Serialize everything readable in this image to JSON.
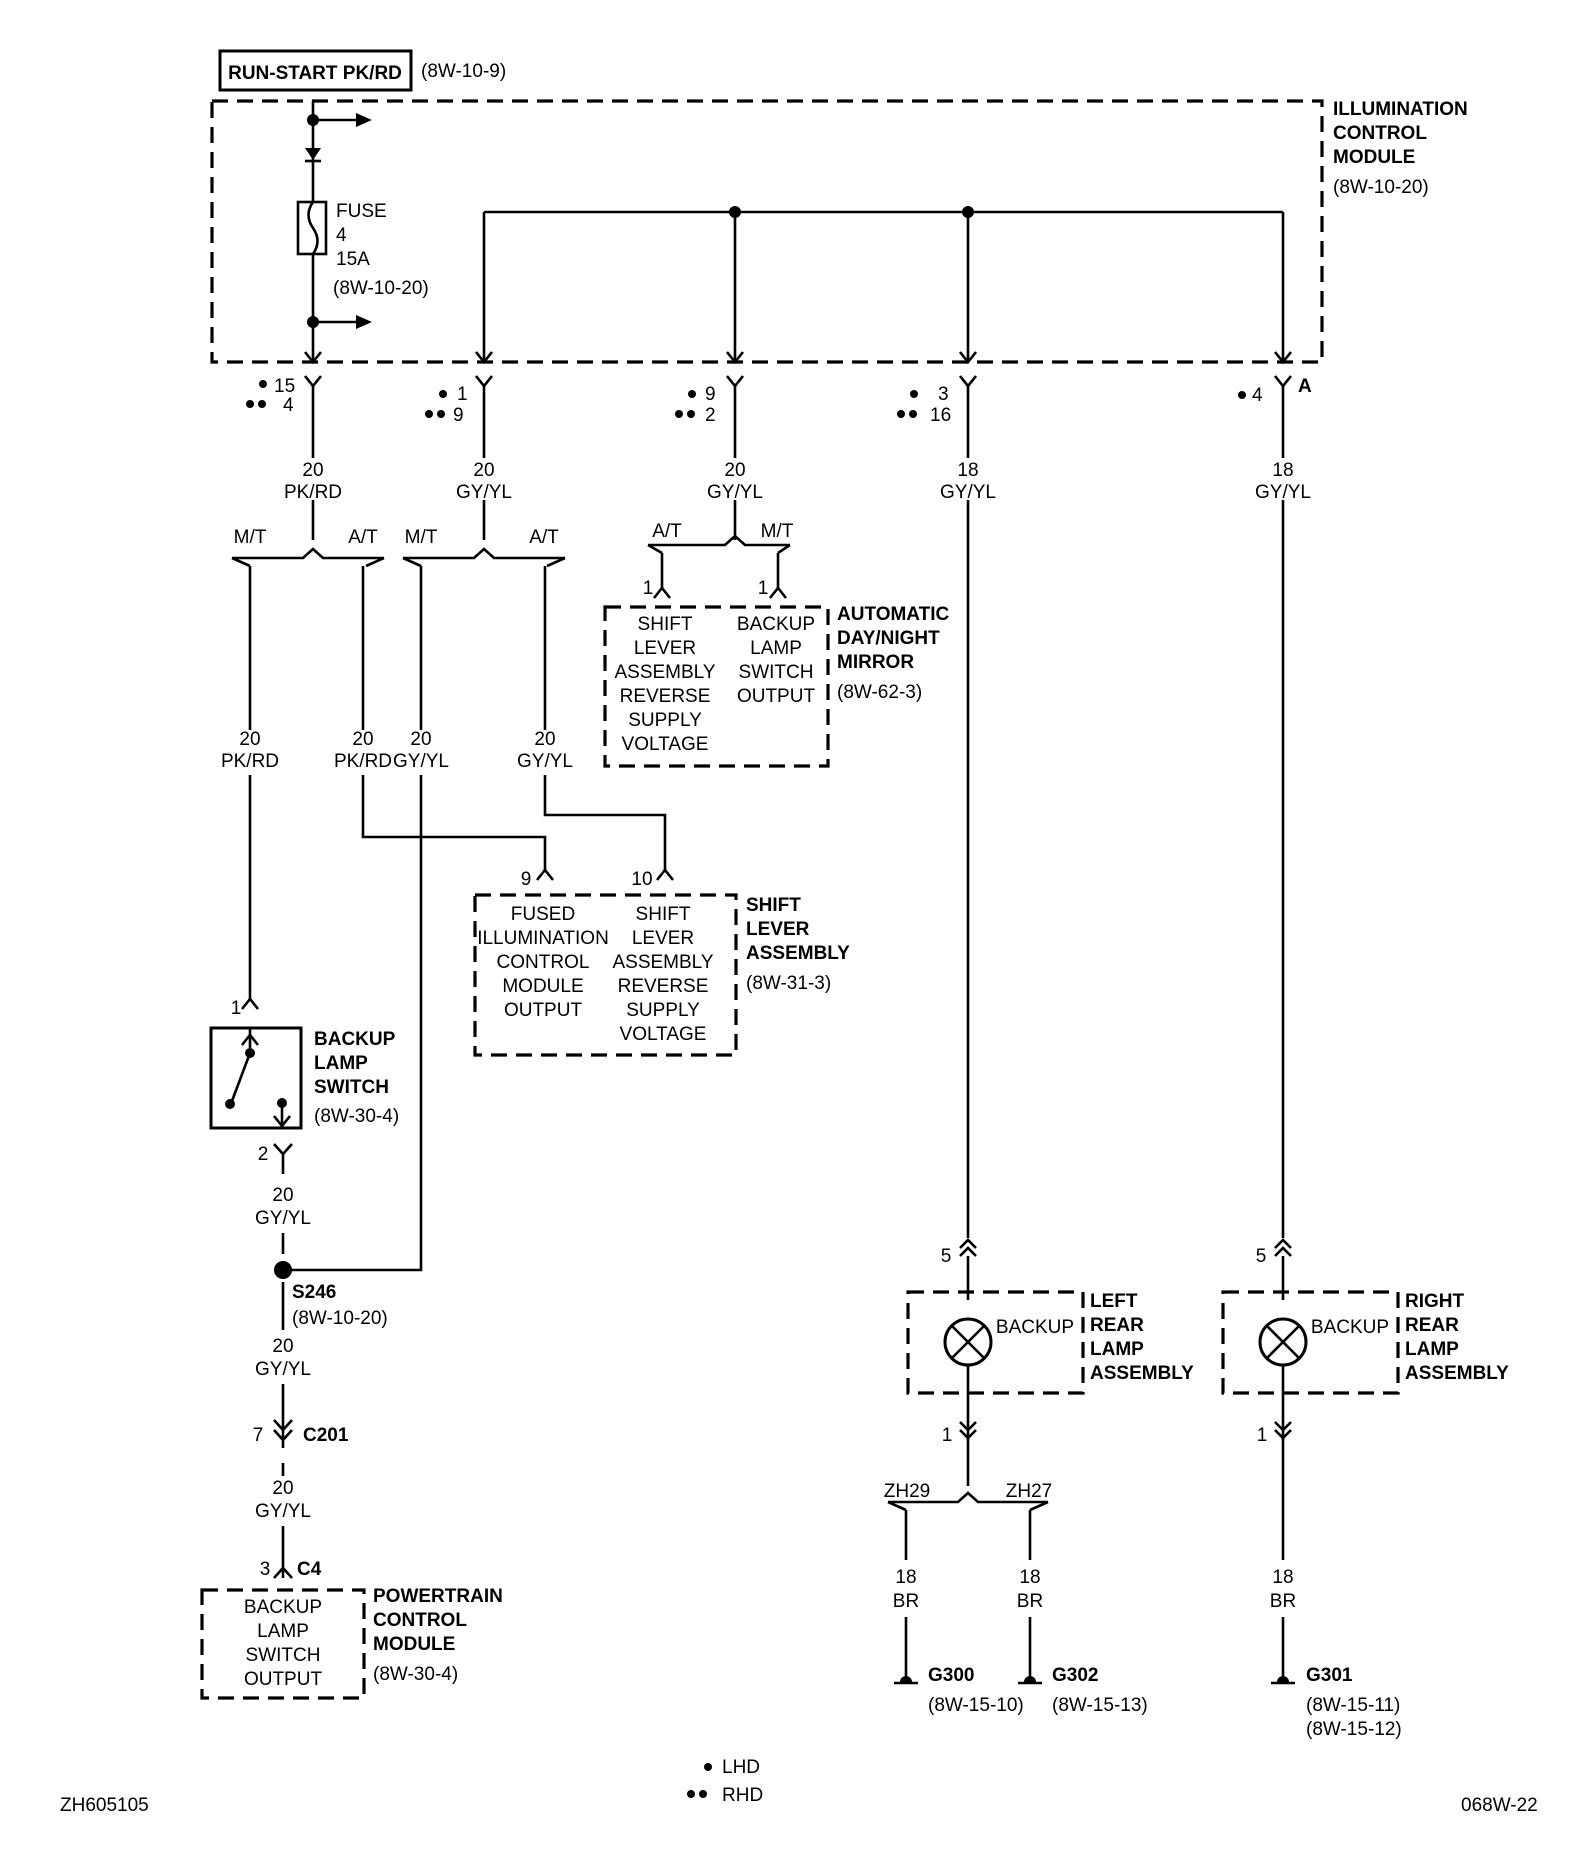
{
  "header": {
    "source_label": "RUN-START PK/RD",
    "source_ref": "(8W-10-9)"
  },
  "icm": {
    "name": [
      "ILLUMINATION",
      "CONTROL",
      "MODULE"
    ],
    "ref": "(8W-10-20)"
  },
  "fuse": {
    "lines": [
      "FUSE",
      "4",
      "15A",
      "(8W-10-20)"
    ]
  },
  "icm_pins": [
    {
      "lhd": "15",
      "rhd": "4"
    },
    {
      "lhd": "1",
      "rhd": "9"
    },
    {
      "lhd": "9",
      "rhd": "2"
    },
    {
      "lhd": "3",
      "rhd": "16"
    },
    {
      "lhd": "4",
      "rhd": ""
    }
  ],
  "connector_a": "A",
  "wire_labels": [
    [
      "20",
      "PK/RD"
    ],
    [
      "20",
      "GY/YL"
    ],
    [
      "20",
      "GY/YL"
    ],
    [
      "18",
      "GY/YL"
    ],
    [
      "18",
      "GY/YL"
    ],
    [
      "20",
      "PK/RD"
    ],
    [
      "20",
      "PK/RD"
    ],
    [
      "20",
      "GY/YL"
    ],
    [
      "20",
      "GY/YL"
    ],
    [
      "20",
      "GY/YL"
    ],
    [
      "20",
      "GY/YL"
    ],
    [
      "20",
      "GY/YL"
    ],
    [
      "18",
      "BR"
    ],
    [
      "18",
      "BR"
    ],
    [
      "18",
      "BR"
    ]
  ],
  "branches": {
    "mt": "M/T",
    "at": "A/T",
    "zh29": "ZH29",
    "zh27": "ZH27"
  },
  "mirror": {
    "left": [
      "SHIFT",
      "LEVER",
      "ASSEMBLY",
      "REVERSE",
      "SUPPLY",
      "VOLTAGE"
    ],
    "right": [
      "BACKUP",
      "LAMP",
      "SWITCH",
      "OUTPUT"
    ],
    "name": [
      "AUTOMATIC",
      "DAY/NIGHT",
      "MIRROR"
    ],
    "ref": "(8W-62-3)",
    "pin_left": "1",
    "pin_right": "1"
  },
  "shift_lever": {
    "left": [
      "FUSED",
      "ILLUMINATION",
      "CONTROL",
      "MODULE",
      "OUTPUT"
    ],
    "right": [
      "SHIFT",
      "LEVER",
      "ASSEMBLY",
      "REVERSE",
      "SUPPLY",
      "VOLTAGE"
    ],
    "name": [
      "SHIFT",
      "LEVER",
      "ASSEMBLY"
    ],
    "ref": "(8W-31-3)",
    "pin_left": "9",
    "pin_right": "10"
  },
  "backup_switch": {
    "name": [
      "BACKUP",
      "LAMP",
      "SWITCH"
    ],
    "ref": "(8W-30-4)",
    "pin_top": "1",
    "pin_bottom": "2"
  },
  "splice": {
    "name": "S246",
    "ref": "(8W-10-20)"
  },
  "c201": {
    "pin": "7",
    "name": "C201"
  },
  "c4": {
    "pin": "3",
    "name": "C4"
  },
  "pcm": {
    "inner": [
      "BACKUP",
      "LAMP",
      "SWITCH",
      "OUTPUT"
    ],
    "name": [
      "POWERTRAIN",
      "CONTROL",
      "MODULE"
    ],
    "ref": "(8W-30-4)"
  },
  "left_lamp": {
    "bulb": "BACKUP",
    "name": [
      "LEFT",
      "REAR",
      "LAMP",
      "ASSEMBLY"
    ],
    "pin_top": "5",
    "pin_bottom": "1"
  },
  "right_lamp": {
    "bulb": "BACKUP",
    "name": [
      "RIGHT",
      "REAR",
      "LAMP",
      "ASSEMBLY"
    ],
    "pin_top": "5",
    "pin_bottom": "1"
  },
  "grounds": [
    {
      "name": "G300",
      "refs": [
        "(8W-15-10)"
      ]
    },
    {
      "name": "G302",
      "refs": [
        "(8W-15-13)"
      ]
    },
    {
      "name": "G301",
      "refs": [
        "(8W-15-11)",
        "(8W-15-12)"
      ]
    }
  ],
  "legend": {
    "lhd": "LHD",
    "rhd": "RHD"
  },
  "footer": {
    "left_code": "ZH605105",
    "right_code": "068W-22"
  }
}
